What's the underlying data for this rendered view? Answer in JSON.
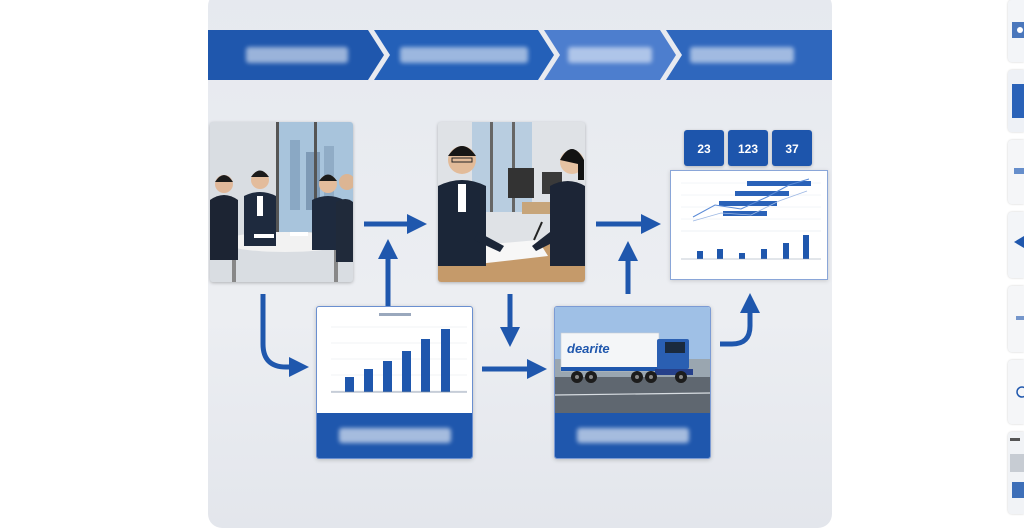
{
  "kpis": [
    {
      "title": "",
      "value": "23"
    },
    {
      "title": "",
      "value": "123"
    },
    {
      "title": "",
      "value": "37"
    }
  ],
  "truck": {
    "logo_text": "dearite"
  },
  "icons": {
    "flow_arrow": "arrow-icon"
  },
  "colors": {
    "primary_blue": "#1f57ad",
    "mid_blue": "#3b6fc4",
    "light_blue": "#5e8bd6",
    "canvas_bg": "#e8ebf0"
  }
}
